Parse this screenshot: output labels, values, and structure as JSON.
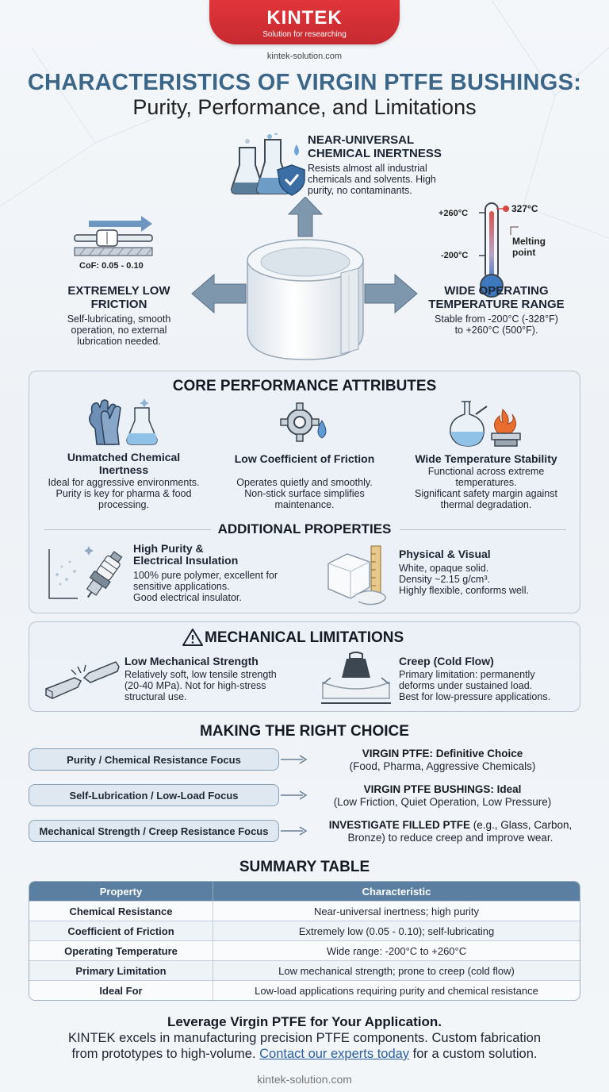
{
  "header": {
    "brand": "KINTEK",
    "tagline": "Solution for researching",
    "site": "kintek-solution.com",
    "title_line1": "CHARACTERISTICS OF VIRGIN PTFE BUSHINGS:",
    "title_line2": "Purity, Performance, and Limitations"
  },
  "hero": {
    "chemical": {
      "title_line1": "NEAR-UNIVERSAL",
      "title_line2": "CHEMICAL INERTNESS",
      "body": [
        "Resists almost all industrial",
        "chemicals and solvents. High",
        "purity, no contaminants."
      ]
    },
    "friction": {
      "cof": "CoF: 0.05 - 0.10",
      "title_line1": "EXTREMELY LOW",
      "title_line2": "FRICTION",
      "body": [
        "Self-lubricating, smooth",
        "operation, no external",
        "lubrication needed."
      ]
    },
    "temperature": {
      "high_label": "+260°C",
      "low_label": "-200°C",
      "melt_label": "327°C",
      "melting_point": [
        "Melting",
        "point"
      ],
      "title_line1": "WIDE OPERATING",
      "title_line2": "TEMPERATURE RANGE",
      "body": [
        "Stable from -200°C (-328°F)",
        "to +260°C (500°F)."
      ]
    }
  },
  "core": {
    "title": "CORE PERFORMANCE ATTRIBUTES",
    "columns": [
      {
        "title": [
          "Unmatched Chemical",
          "Inertness"
        ],
        "body": [
          "Ideal for aggressive environments.",
          "Purity is key for pharma & food",
          "processing."
        ]
      },
      {
        "title": [
          "Low Coefficient of Friction"
        ],
        "body": [
          "Operates quietly and smoothly.",
          "Non-stick surface simplifies",
          "maintenance."
        ]
      },
      {
        "title": [
          "Wide Temperature Stability"
        ],
        "body": [
          "Functional across extreme",
          "temperatures.",
          "Significant safety margin against",
          "thermal degradation."
        ]
      }
    ],
    "additional_title": "ADDITIONAL PROPERTIES",
    "additional": [
      {
        "title": [
          "High Purity &",
          "Electrical Insulation"
        ],
        "body": [
          "100% pure polymer, excellent for",
          "sensitive applications.",
          "Good electrical insulator."
        ]
      },
      {
        "title": [
          "Physical & Visual"
        ],
        "body": [
          "White, opaque solid.",
          "Density ~2.15 g/cm³.",
          "Highly flexible, conforms well."
        ]
      }
    ]
  },
  "limitations": {
    "title": "MECHANICAL LIMITATIONS",
    "items": [
      {
        "title": "Low Mechanical Strength",
        "body": [
          "Relatively soft, low tensile strength",
          "(20-40 MPa). Not for high-stress",
          "structural use."
        ]
      },
      {
        "title": "Creep (Cold Flow)",
        "body": [
          "Primary limitation: permanently",
          "deforms under sustained load.",
          "Best for low-pressure applications."
        ]
      }
    ]
  },
  "choice": {
    "title": "MAKING THE RIGHT CHOICE",
    "rows": [
      {
        "focus": "Purity / Chemical Resistance Focus",
        "head": "VIRGIN PTFE: Definitive Choice",
        "body": "(Food, Pharma, Aggressive Chemicals)"
      },
      {
        "focus": "Self-Lubrication / Low-Load Focus",
        "head": "VIRGIN PTFE BUSHINGS: Ideal",
        "body": "(Low Friction, Quiet Operation, Low Pressure)"
      },
      {
        "focus": "Mechanical Strength / Creep Resistance Focus",
        "head": "INVESTIGATE FILLED PTFE",
        "head_tail": " (e.g., Glass, Carbon,",
        "body": "Bronze) to reduce creep and improve wear."
      }
    ]
  },
  "summary": {
    "title": "SUMMARY TABLE",
    "headers": [
      "Property",
      "Characteristic"
    ],
    "rows": [
      [
        "Chemical Resistance",
        "Near-universal inertness; high purity"
      ],
      [
        "Coefficient of Friction",
        "Extremely low (0.05 - 0.10); self-lubricating"
      ],
      [
        "Operating Temperature",
        "Wide range: -200°C to +260°C"
      ],
      [
        "Primary Limitation",
        "Low mechanical strength; prone to creep (cold flow)"
      ],
      [
        "Ideal For",
        "Low-load applications requiring purity and chemical resistance"
      ]
    ]
  },
  "cta": {
    "title": "Leverage Virgin PTFE for Your Application.",
    "line1": "KINTEK excels in manufacturing precision PTFE components. Custom fabrication",
    "line2_pre": "from prototypes to high-volume. ",
    "link": "Contact our experts today",
    "line2_post": " for a custom solution."
  },
  "footer": {
    "site": "kintek-solution.com"
  },
  "colors": {
    "brand": "#d4303a",
    "title_blue": "#3c6687",
    "table_header": "#5a7fa0",
    "pill_bg": "#dfe8f1"
  }
}
